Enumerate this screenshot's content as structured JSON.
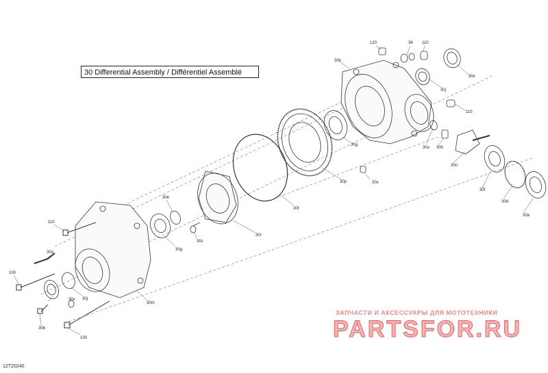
{
  "title": "30 Differential Assembly / Différentiel Assemblé",
  "reference_code": "12T20240",
  "watermark": {
    "subtitle": "ЗАПЧАСТИ И АКСЕССУАРЫ ДЛЯ МОТОТЕХНИКИ",
    "logo_text": "PARTSFOR.RU"
  },
  "callouts": {
    "c_120": "120",
    "c_36_top": "36",
    "c_110_top": "110",
    "c_30k": "30k",
    "c_30v_top": "30v",
    "c_30j_top": "30j",
    "c_110_right": "110",
    "c_30u": "30u",
    "c_30h": "30h",
    "c_30g_top": "30g",
    "c_30n": "30n",
    "c_30p": "30p",
    "c_30s": "30s",
    "c_30f": "30f",
    "c_30d": "30d",
    "c_30a": "30a",
    "c_30t": "30t",
    "c_30e": "30e",
    "c_30r": "30r",
    "c_30c": "30c",
    "c_30g_mid": "30g",
    "c_110_left": "110",
    "c_30q": "30q",
    "c_100_left": "100",
    "c_30v_left": "30v",
    "c_30j_left": "30j",
    "c_30m": "30m",
    "c_30b": "30b",
    "c_100_bottom": "100"
  }
}
